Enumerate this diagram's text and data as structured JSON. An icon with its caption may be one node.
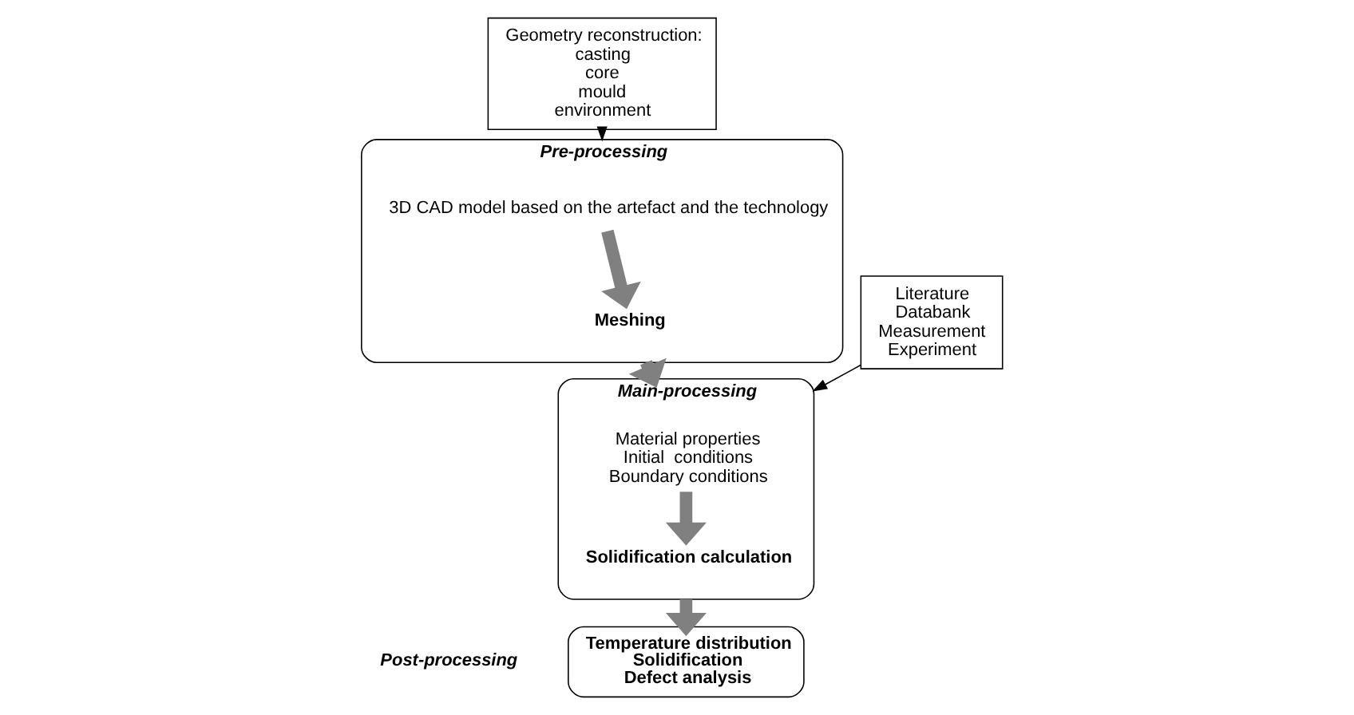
{
  "diagram": {
    "nodes": [
      {
        "text": [
          "Geometry reconstruction:",
          "casting",
          "core",
          "mould",
          "environment"
        ]
      },
      {
        "text": [],
        "shape": "box",
        "beside": [
          "Pre-processing"
        ]
      },
      {
        "text": [
          "3D CAD model based on the artefact and the technology"
        ],
        "in": 1
      },
      {
        "text": [
          "Meshing"
        ],
        "in": 1
      },
      {
        "text": [
          "Literature",
          "Databank",
          "Measurement",
          "Experiment"
        ]
      },
      {
        "text": [],
        "shape": "box",
        "beside": [
          "Main-processing"
        ]
      },
      {
        "text": [
          "Material properties",
          "Initial  conditions",
          "Boundary conditions"
        ],
        "in": 5
      },
      {
        "text": [
          "Solidification calculation"
        ],
        "in": 5
      },
      {
        "text": [
          "Temperature distribution",
          "Solidification",
          "Defect analysis"
        ],
        "beside": [
          "Post-processing"
        ]
      }
    ],
    "edges": [
      {
        "from": 0,
        "to": 1,
        "arrow": "to",
        "color": "#000000"
      },
      {
        "from": 2,
        "to": 3,
        "arrow": "to"
      },
      {
        "from": 1,
        "to": 5,
        "arrow": "to"
      },
      {
        "from": 4,
        "to": 5,
        "arrow": "to",
        "color": "#000000"
      },
      {
        "from": 6,
        "to": 7,
        "arrow": "to"
      },
      {
        "from": 5,
        "to": 8,
        "arrow": "to"
      }
    ]
  }
}
